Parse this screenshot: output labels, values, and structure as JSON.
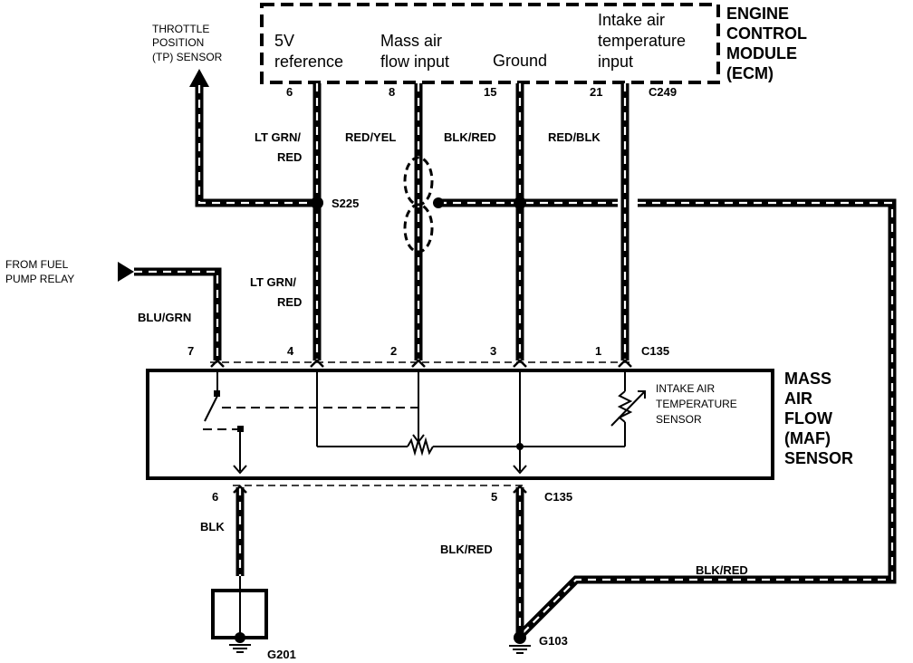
{
  "ecm": {
    "title": [
      "ENGINE",
      "CONTROL",
      "MODULE",
      "(ECM)"
    ],
    "connector": "C249",
    "pins": [
      {
        "label": [
          "5V",
          "reference"
        ],
        "pin": "6"
      },
      {
        "label": [
          "Mass air",
          "flow input"
        ],
        "pin": "8"
      },
      {
        "label": [
          "Ground"
        ],
        "pin": "15"
      },
      {
        "label": [
          "Intake air",
          "temperature",
          "input"
        ],
        "pin": "21"
      }
    ]
  },
  "tp_sensor": [
    "THROTTLE",
    "POSITION",
    "(TP) SENSOR"
  ],
  "fuel_relay": [
    "FROM FUEL",
    "PUMP RELAY"
  ],
  "splice": "S225",
  "wires": {
    "lt_grn_red_top": [
      "LT GRN/",
      "RED"
    ],
    "red_yel": "RED/YEL",
    "blk_red_top": "BLK/RED",
    "red_blk": "RED/BLK",
    "lt_grn_red_bottom": [
      "LT GRN/",
      "RED"
    ],
    "blu_grn": "BLU/GRN",
    "blk": "BLK",
    "blk_red_ground": "BLK/RED",
    "blk_red_right": "BLK/RED"
  },
  "maf": {
    "title": [
      "MASS",
      "AIR",
      "FLOW",
      "(MAF)",
      "SENSOR"
    ],
    "connector_top": "C135",
    "connector_bottom": "C135",
    "top_pins": [
      "7",
      "4",
      "2",
      "3",
      "1"
    ],
    "bottom_pins": [
      "6",
      "5"
    ],
    "iat_label": [
      "INTAKE AIR",
      "TEMPERATURE",
      "SENSOR"
    ]
  },
  "grounds": {
    "left": "G201",
    "right": "G103"
  }
}
